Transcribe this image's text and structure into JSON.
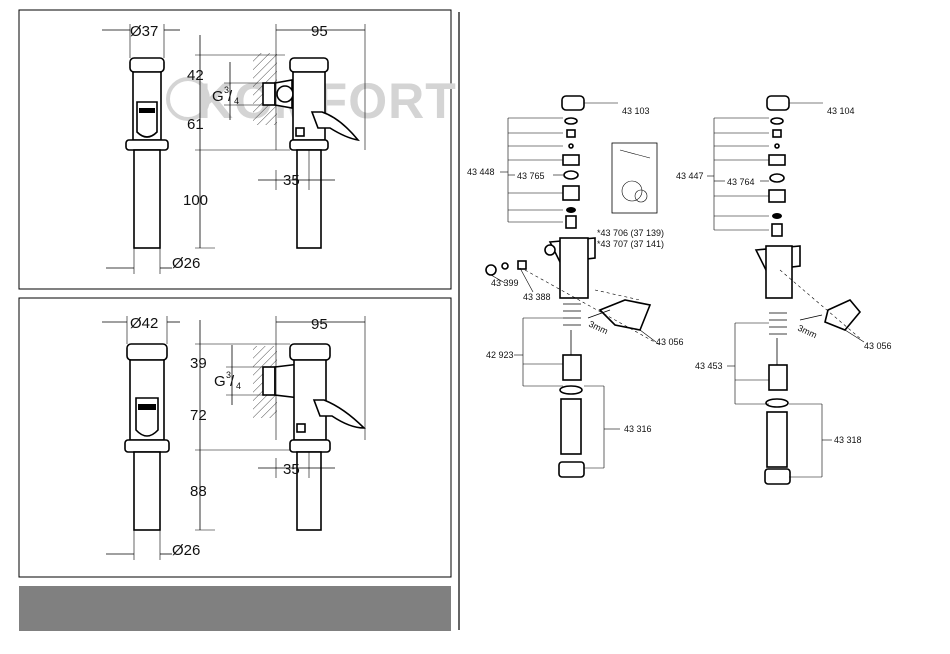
{
  "watermark": "KOMFORT",
  "panel1": {
    "dia_top": "Ø37",
    "width_right": "95",
    "h_top": "42",
    "thread_base": "G",
    "thread_num": "3",
    "thread_den": "4",
    "h_mid": "61",
    "h_low": "100",
    "offset": "35",
    "dia_bottom": "Ø26"
  },
  "panel2": {
    "dia_top": "Ø42",
    "width_right": "95",
    "h_top": "39",
    "thread_base": "G",
    "thread_num": "3",
    "thread_den": "4",
    "h_mid": "72",
    "h_low": "88",
    "offset": "35",
    "dia_bottom": "Ø26"
  },
  "exploded_left": {
    "cap": "43 103",
    "cartridge_set": "43 448",
    "valve_set": "43 765",
    "kit_a": "*43 706 (37 139)",
    "kit_b": "*43 707 (37 141)",
    "screw_a": "43 399",
    "screw_b": "43 388",
    "lever": "43 056",
    "spring_set": "42 923",
    "tube": "43 316",
    "key_size": "3mm"
  },
  "exploded_right": {
    "cap": "43 104",
    "cartridge_set": "43 447",
    "valve_set": "43 764",
    "lever": "43 056",
    "spring_set": "43 453",
    "tube": "43 318",
    "key_size": "3mm"
  },
  "colors": {
    "footer_bar": "#808080",
    "frame": "#000000",
    "watermark": "#d4d4d4"
  }
}
